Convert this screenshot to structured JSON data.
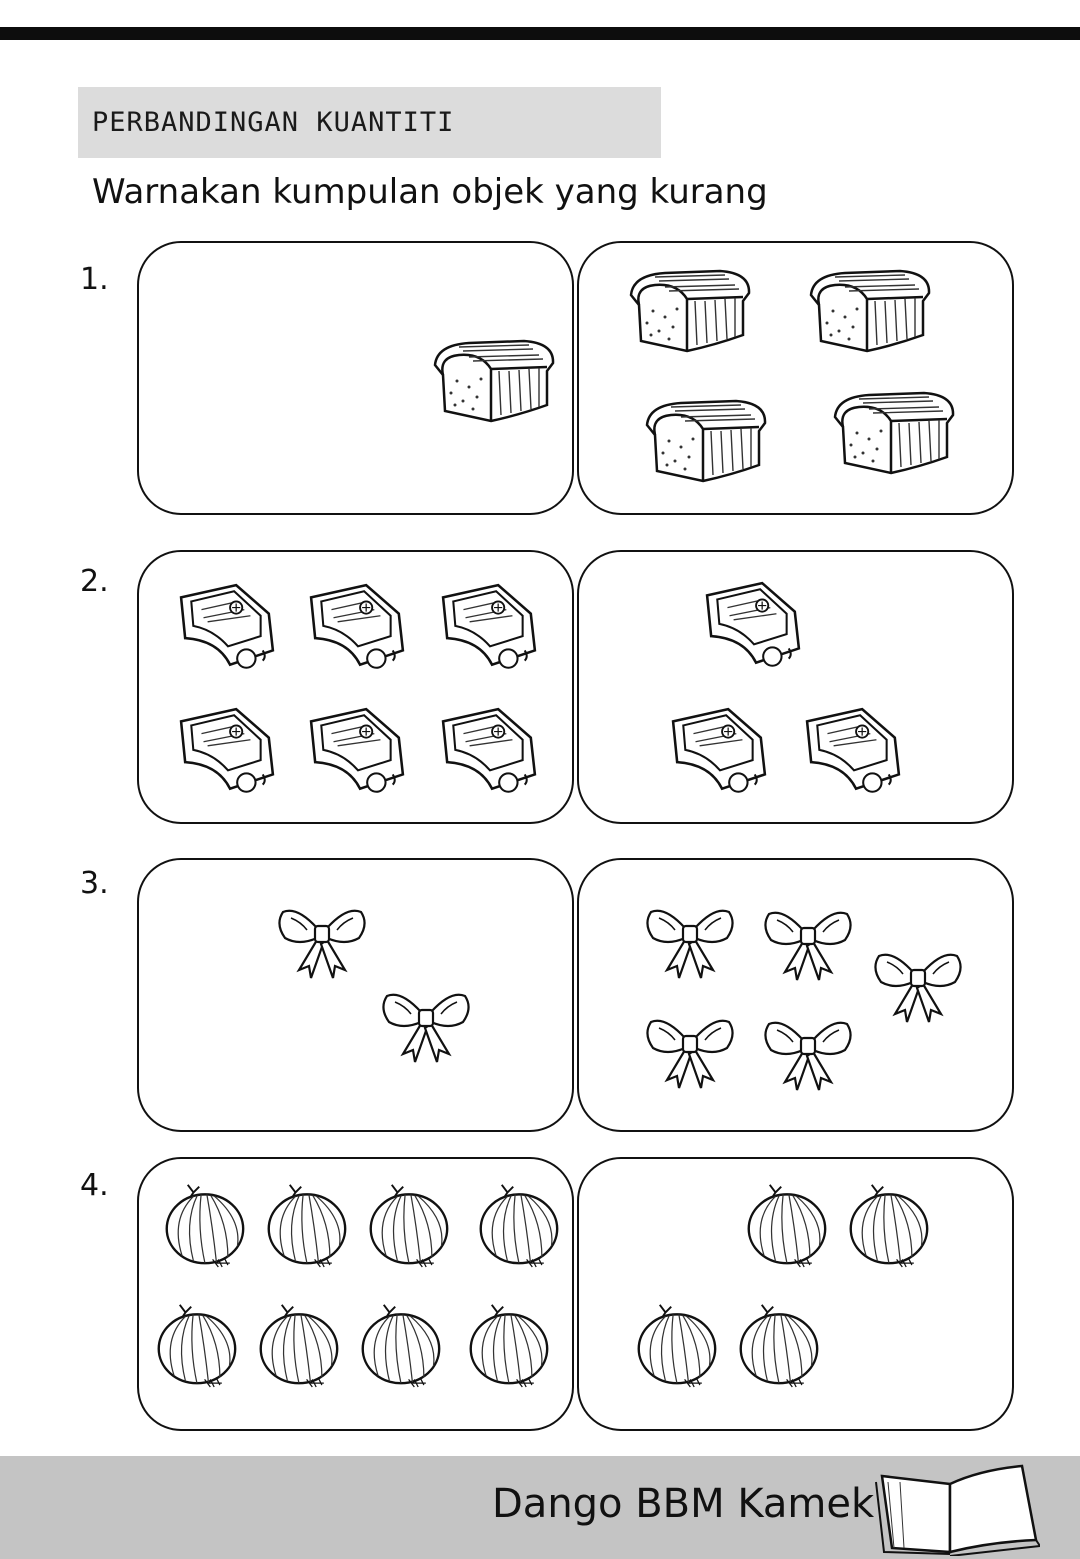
{
  "header": {
    "title": "PERBANDINGAN KUANTITI"
  },
  "instruction": "Warnakan kumpulan objek yang kurang",
  "questions": [
    {
      "number": "1.",
      "object": "bread-icon",
      "left_count": 1,
      "right_count": 4
    },
    {
      "number": "2.",
      "object": "sharpener-icon",
      "left_count": 6,
      "right_count": 3
    },
    {
      "number": "3.",
      "object": "bow-icon",
      "left_count": 2,
      "right_count": 5
    },
    {
      "number": "4.",
      "object": "onion-icon",
      "left_count": 8,
      "right_count": 4
    }
  ],
  "footer": {
    "brand": "Dango BBM Kamek",
    "icon": "open-book-icon"
  }
}
